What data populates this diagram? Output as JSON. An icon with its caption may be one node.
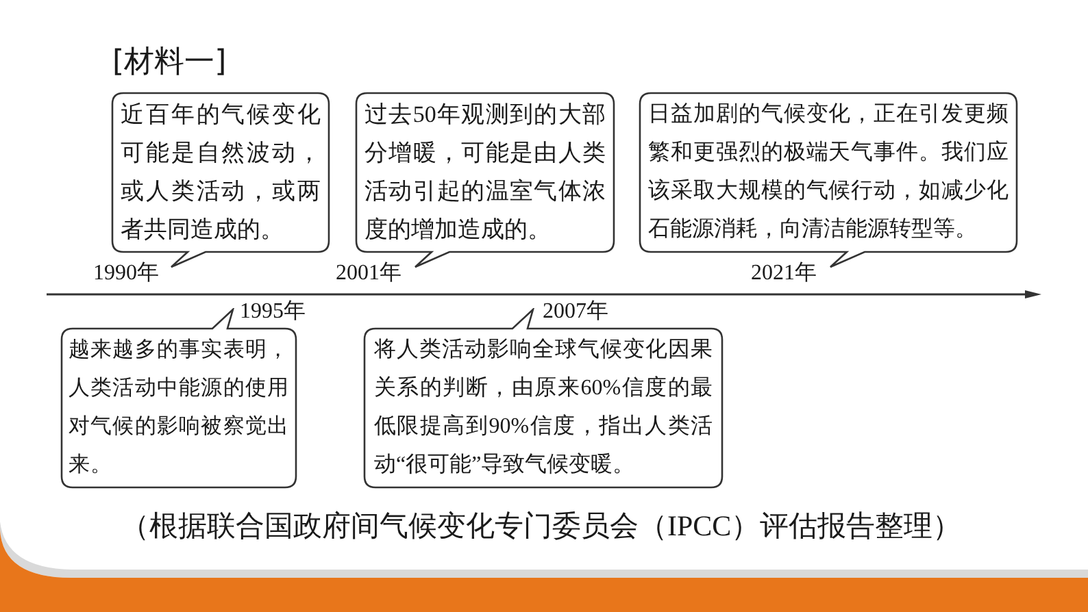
{
  "diagram": {
    "title": "[材料一]",
    "caption": "（根据联合国政府间气候变化专门委员会（IPCC）评估报告整理）",
    "nodes": [
      {
        "text": [
          "近百年的气候变化可能是自然波动，或人类活动，或两者共同造成的。"
        ],
        "beside": [
          "1990年"
        ]
      },
      {
        "text": [
          "过去50年观测到的大部分增暖，可能是由人类活动引起的温室气体浓度的增加造成的。"
        ],
        "beside": [
          "2001年"
        ]
      },
      {
        "text": [
          "日益加剧的气候变化，正在引发更频繁和更强烈的极端天气事件。我们应该采取大规模的气候行动，如减少化石能源消耗，向清洁能源转型等。"
        ],
        "beside": [
          "2021年"
        ]
      },
      {
        "text": [
          "越来越多的事实表明，人类活动中能源的使用对气候的影响被察觉出来。"
        ],
        "beside": [
          "1995年"
        ]
      },
      {
        "text": [
          "将人类活动影响全球气候变化因果关系的判断，由原来60%信度的最低限提高到90%信度，指出人类活动“很可能”导致气候变暖。"
        ],
        "beside": [
          "2007年"
        ]
      }
    ],
    "edges": []
  }
}
